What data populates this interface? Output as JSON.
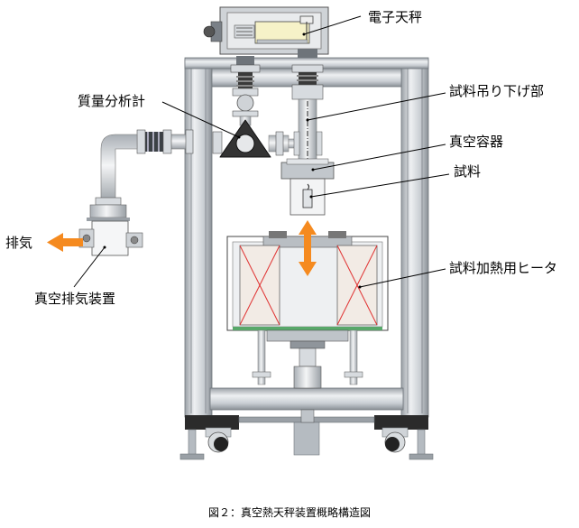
{
  "labels": {
    "balance": "電子天秤",
    "mass_spectrometer": "質量分析計",
    "suspension": "試料吊り下げ部",
    "vacuum_vessel": "真空容器",
    "sample": "試料",
    "exhaust": "排気",
    "heater": "試料加熱用ヒータ",
    "vacuum_pump": "真空排気装置"
  },
  "caption": "図２：真空熱天秤装置概略構造図",
  "colors": {
    "frame": "#c9ced3",
    "frame_dark": "#8a9096",
    "arrow": "#f58a1f",
    "heater_fill": "#f2ebe5",
    "heater_cross": "#e03030"
  }
}
